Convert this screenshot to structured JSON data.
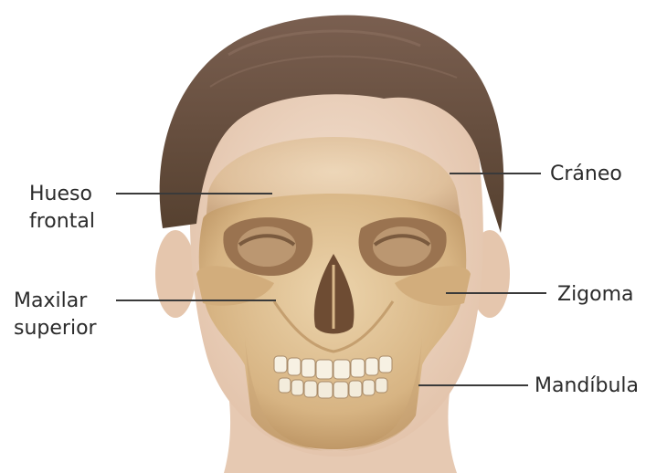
{
  "labels": {
    "frontal": [
      "Hueso",
      "frontal"
    ],
    "maxilar": [
      "Maxilar",
      "superior"
    ],
    "craneo": "Cráneo",
    "zigoma": "Zigoma",
    "mandibula": "Mandíbula"
  },
  "colors": {
    "skin": "#efd9c6",
    "skin_shadow": "#e3c3aa",
    "hair": "#6f5547",
    "hair_dark": "#4a362c",
    "bone": "#d9b98a",
    "bone_shadow": "#b88f5c",
    "leader": "#3a3a3a"
  }
}
